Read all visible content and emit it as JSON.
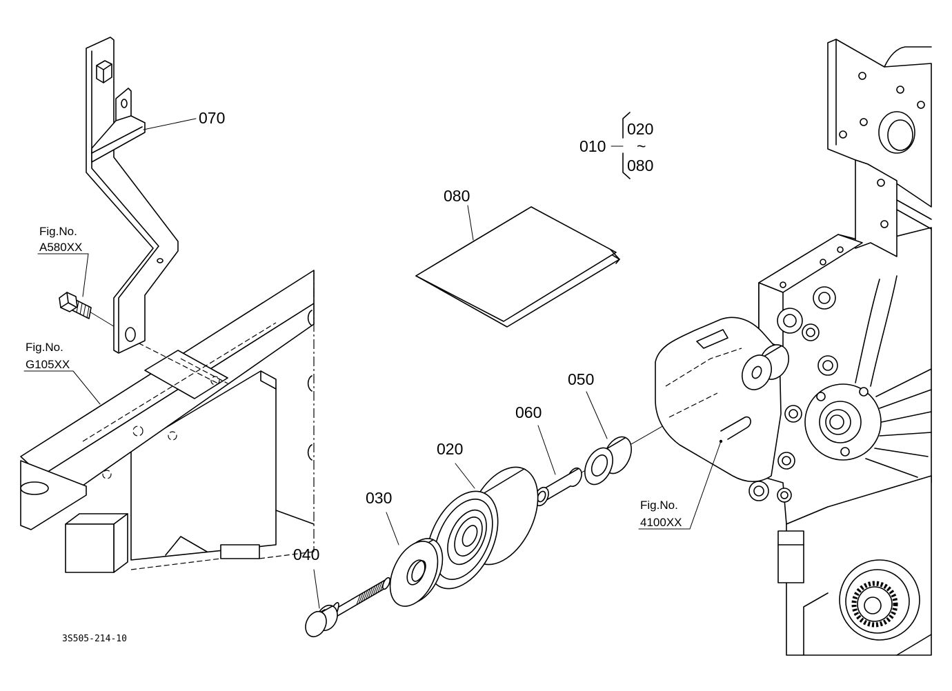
{
  "labels": {
    "part_070": "070",
    "part_010": "010",
    "range_start": "020",
    "range_tilde": "~",
    "range_end": "080",
    "part_080": "080",
    "part_050": "050",
    "part_060": "060",
    "part_020": "020",
    "part_030": "030",
    "part_040": "040"
  },
  "references": [
    {
      "prefix": "Fig.No.",
      "code": "A580XX"
    },
    {
      "prefix": "Fig.No.",
      "code": "G105XX"
    },
    {
      "prefix": "Fig.No.",
      "code": "4100XX"
    }
  ],
  "drawing_code": "3S505-214-10"
}
